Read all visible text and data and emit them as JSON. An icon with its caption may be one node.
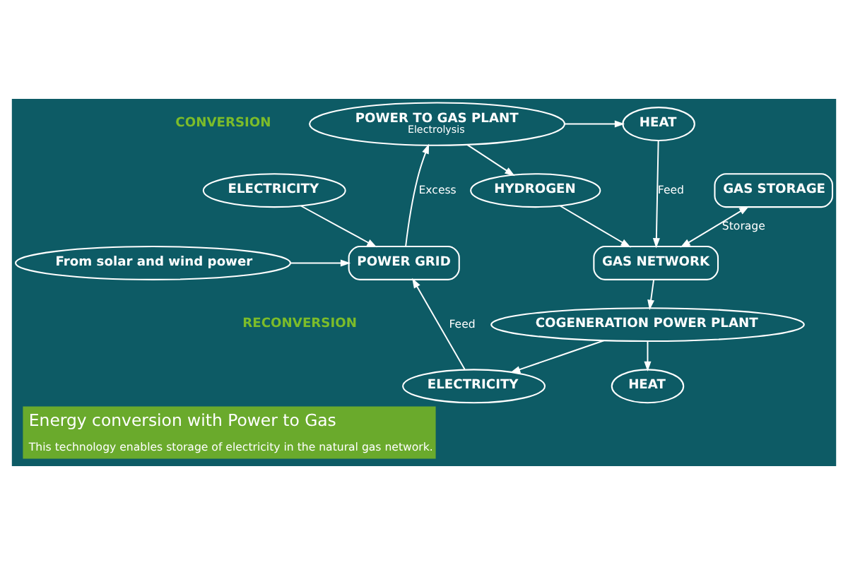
{
  "diagram": {
    "title": "Energy conversion with Power to Gas",
    "caption": "This technology enables storage of electricity in the natural gas network.",
    "nodes": [
      {
        "text": [
          "ELECTRICITY"
        ]
      },
      {
        "text": [
          "From solar and wind power"
        ]
      },
      {
        "text": [
          "POWER GRID"
        ]
      },
      {
        "text": [
          "POWER TO GAS PLANT",
          "Electrolysis"
        ]
      },
      {
        "text": [
          "HEAT"
        ]
      },
      {
        "text": [
          "HYDROGEN"
        ]
      },
      {
        "text": [
          "GAS NETWORK"
        ]
      },
      {
        "text": [
          "GAS STORAGE"
        ]
      },
      {
        "text": [
          "COGENERATION POWER PLANT"
        ]
      },
      {
        "text": [
          "ELECTRICITY"
        ]
      },
      {
        "text": [
          "HEAT"
        ]
      }
    ],
    "edges": [
      {
        "from": 0,
        "to": 2,
        "arrow": "to"
      },
      {
        "from": 1,
        "to": 2,
        "arrow": "to"
      },
      {
        "from": 2,
        "to": 3,
        "arrow": "to",
        "label": "Excess"
      },
      {
        "from": 3,
        "to": 4,
        "arrow": "to"
      },
      {
        "from": 3,
        "to": 5,
        "arrow": "to"
      },
      {
        "from": 4,
        "to": 6,
        "arrow": "to",
        "label": "Feed"
      },
      {
        "from": 5,
        "to": 6,
        "arrow": "to"
      },
      {
        "from": 6,
        "to": 7,
        "arrow": "both",
        "label": "Storage"
      },
      {
        "from": 6,
        "to": 8,
        "arrow": "to"
      },
      {
        "from": 8,
        "to": 9,
        "arrow": "to"
      },
      {
        "from": 8,
        "to": 10,
        "arrow": "to"
      },
      {
        "from": 9,
        "to": 2,
        "arrow": "to",
        "label": "Feed"
      }
    ],
    "labels": [
      "CONVERSION",
      "RECONVERSION"
    ]
  }
}
